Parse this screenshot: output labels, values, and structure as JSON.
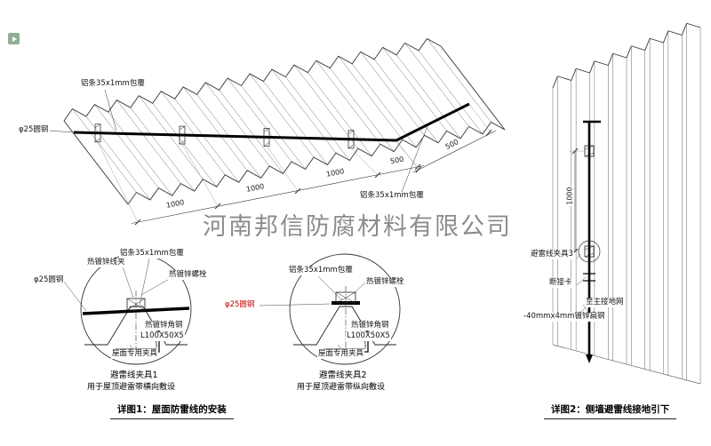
{
  "watermark": "河南邦信防腐材料有限公司",
  "roof": {
    "alu_top": "铝条35x1mm包覆",
    "round_steel": "φ25圆钢",
    "alu_right": "铝条35x1mm包覆",
    "dims": [
      "1000",
      "1000",
      "1000",
      "500"
    ],
    "dim_right": "500"
  },
  "detail1": {
    "wire_clip": "热镀锌线夹",
    "alu": "铝条35x1mm包覆",
    "bolt": "热镀锌螺栓",
    "round_steel": "φ25圆钢",
    "angle_steel": "热镀锌角钢",
    "angle_size": "L100X50X5",
    "roof_clamp": "屋面专用夹具",
    "title": "避雷线夹具1",
    "subtitle": "用于屋顶避雷带横向敷设"
  },
  "detail2": {
    "alu": "铝条35x1mm包覆",
    "bolt": "热镀锌螺栓",
    "round_steel": "φ25圆钢",
    "angle_steel": "热镀锌角钢",
    "angle_size": "L100X50X5",
    "roof_clamp": "屋面专用夹具",
    "title": "避雷线夹具2",
    "subtitle": "用于屋顶避雷带纵向敷设"
  },
  "wall": {
    "dim": "1000",
    "clamp3": "避雷线夹具3",
    "disconnect": "断接卡",
    "to_ground": "至主接地网",
    "flat_steel": "-40mmx4mm镀锌扁钢"
  },
  "captions": {
    "detail1": "详图1：屋面防雷线的安装",
    "detail2": "详图2：侧墙避雷线接地引下"
  },
  "colors": {
    "line": "#333333",
    "wire": "#000000",
    "red_label": "#c40000",
    "watermark": "#8c8c8c"
  }
}
